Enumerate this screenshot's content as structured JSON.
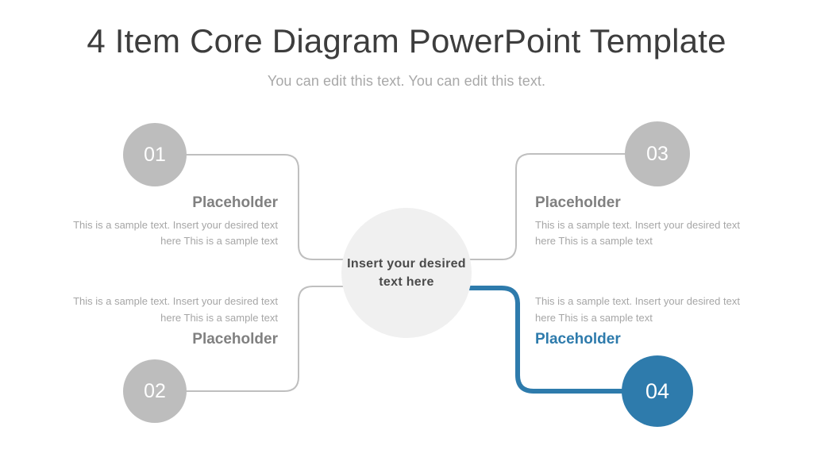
{
  "slide": {
    "title": "4 Item Core Diagram PowerPoint Template",
    "subtitle": "You can edit this text. You can edit this text."
  },
  "center": {
    "label": "Insert your desired text here"
  },
  "colors": {
    "accent": "#2E7BAC",
    "node_gray": "#BDBDBD",
    "center_fill": "#F0F0F0",
    "heading_gray": "#808080",
    "body_gray": "#A6A6A6",
    "title_gray": "#3D3D3D",
    "subtitle_gray": "#A8A8A8",
    "connector_gray": "#BFBFBF"
  },
  "items": [
    {
      "number": "01",
      "heading": "Placeholder",
      "body": "This is a sample text. Insert your desired text here This is a sample text",
      "highlighted": false
    },
    {
      "number": "02",
      "heading": "Placeholder",
      "body": "This is a sample text. Insert your desired text here This is a sample text",
      "highlighted": false
    },
    {
      "number": "03",
      "heading": "Placeholder",
      "body": "This is a sample text. Insert your desired text here This is a sample text",
      "highlighted": false
    },
    {
      "number": "04",
      "heading": "Placeholder",
      "body": "This is a sample text. Insert your desired text here This is a sample text",
      "highlighted": true
    }
  ]
}
